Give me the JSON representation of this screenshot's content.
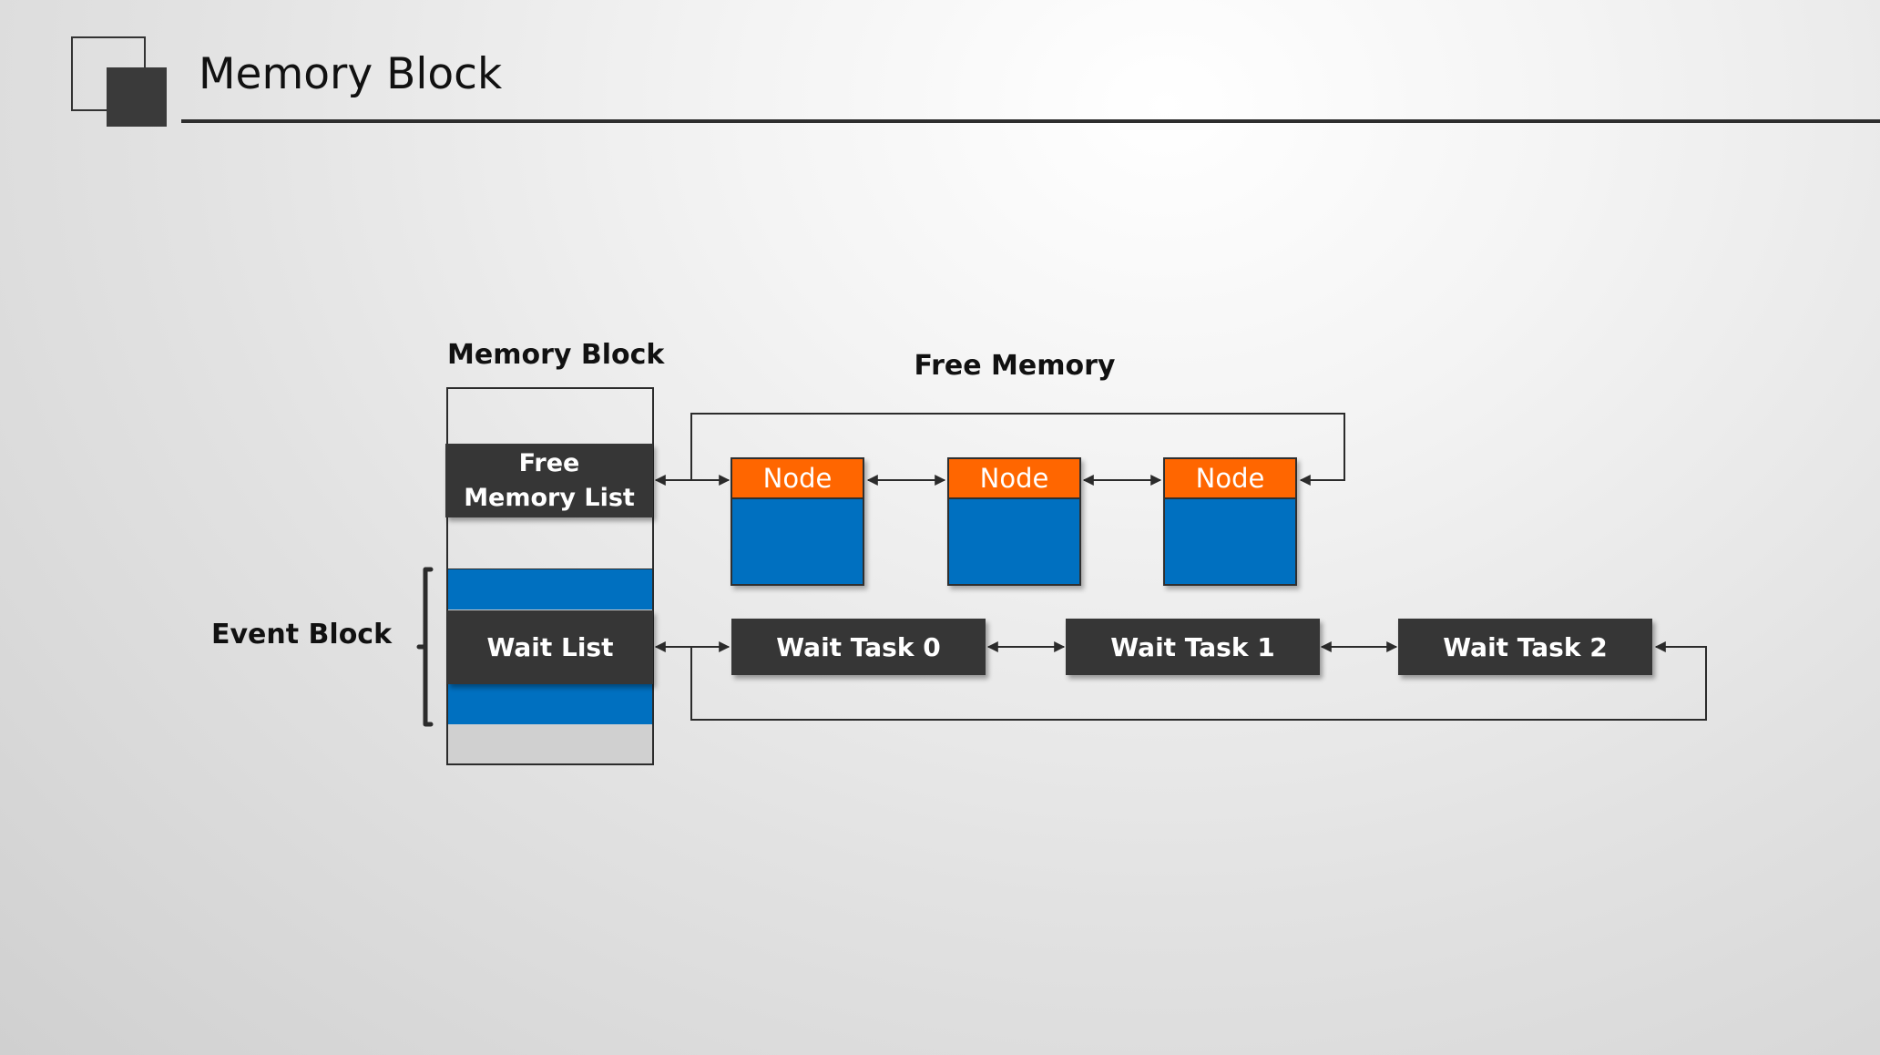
{
  "title": "Memory Block",
  "labels": {
    "memory_block": "Memory Block",
    "free_memory": "Free Memory",
    "event_block": "Event Block"
  },
  "memory_block": {
    "free_memory_list": "Free Memory List",
    "wait_list": "Wait List"
  },
  "nodes": [
    {
      "label": "Node"
    },
    {
      "label": "Node"
    },
    {
      "label": "Node"
    }
  ],
  "wait_tasks": [
    {
      "label": "Wait Task 0"
    },
    {
      "label": "Wait Task 1"
    },
    {
      "label": "Wait Task 2"
    }
  ],
  "colors": {
    "dark": "#363636",
    "node_head": "#ff6600",
    "node_body": "#0070c0",
    "event_band": "#0070c0",
    "block_fill": "#d0d0d0"
  }
}
